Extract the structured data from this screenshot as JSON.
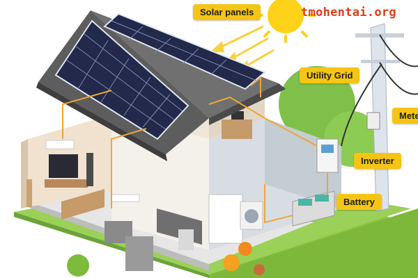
{
  "labels": {
    "solar_panels": "Solar panels",
    "utility_grid": "Utility Grid",
    "meter": "Meter",
    "inverter": "Inverter",
    "battery": "Battery"
  },
  "watermark": "tmohentai.org",
  "colors": {
    "callout": "#f6c514",
    "wire": "#f0a637",
    "roof": "#676767",
    "panel": "#22294a",
    "grass": "#8cc63f",
    "sun": "#ffd21a",
    "watermark": "#d6401b"
  }
}
